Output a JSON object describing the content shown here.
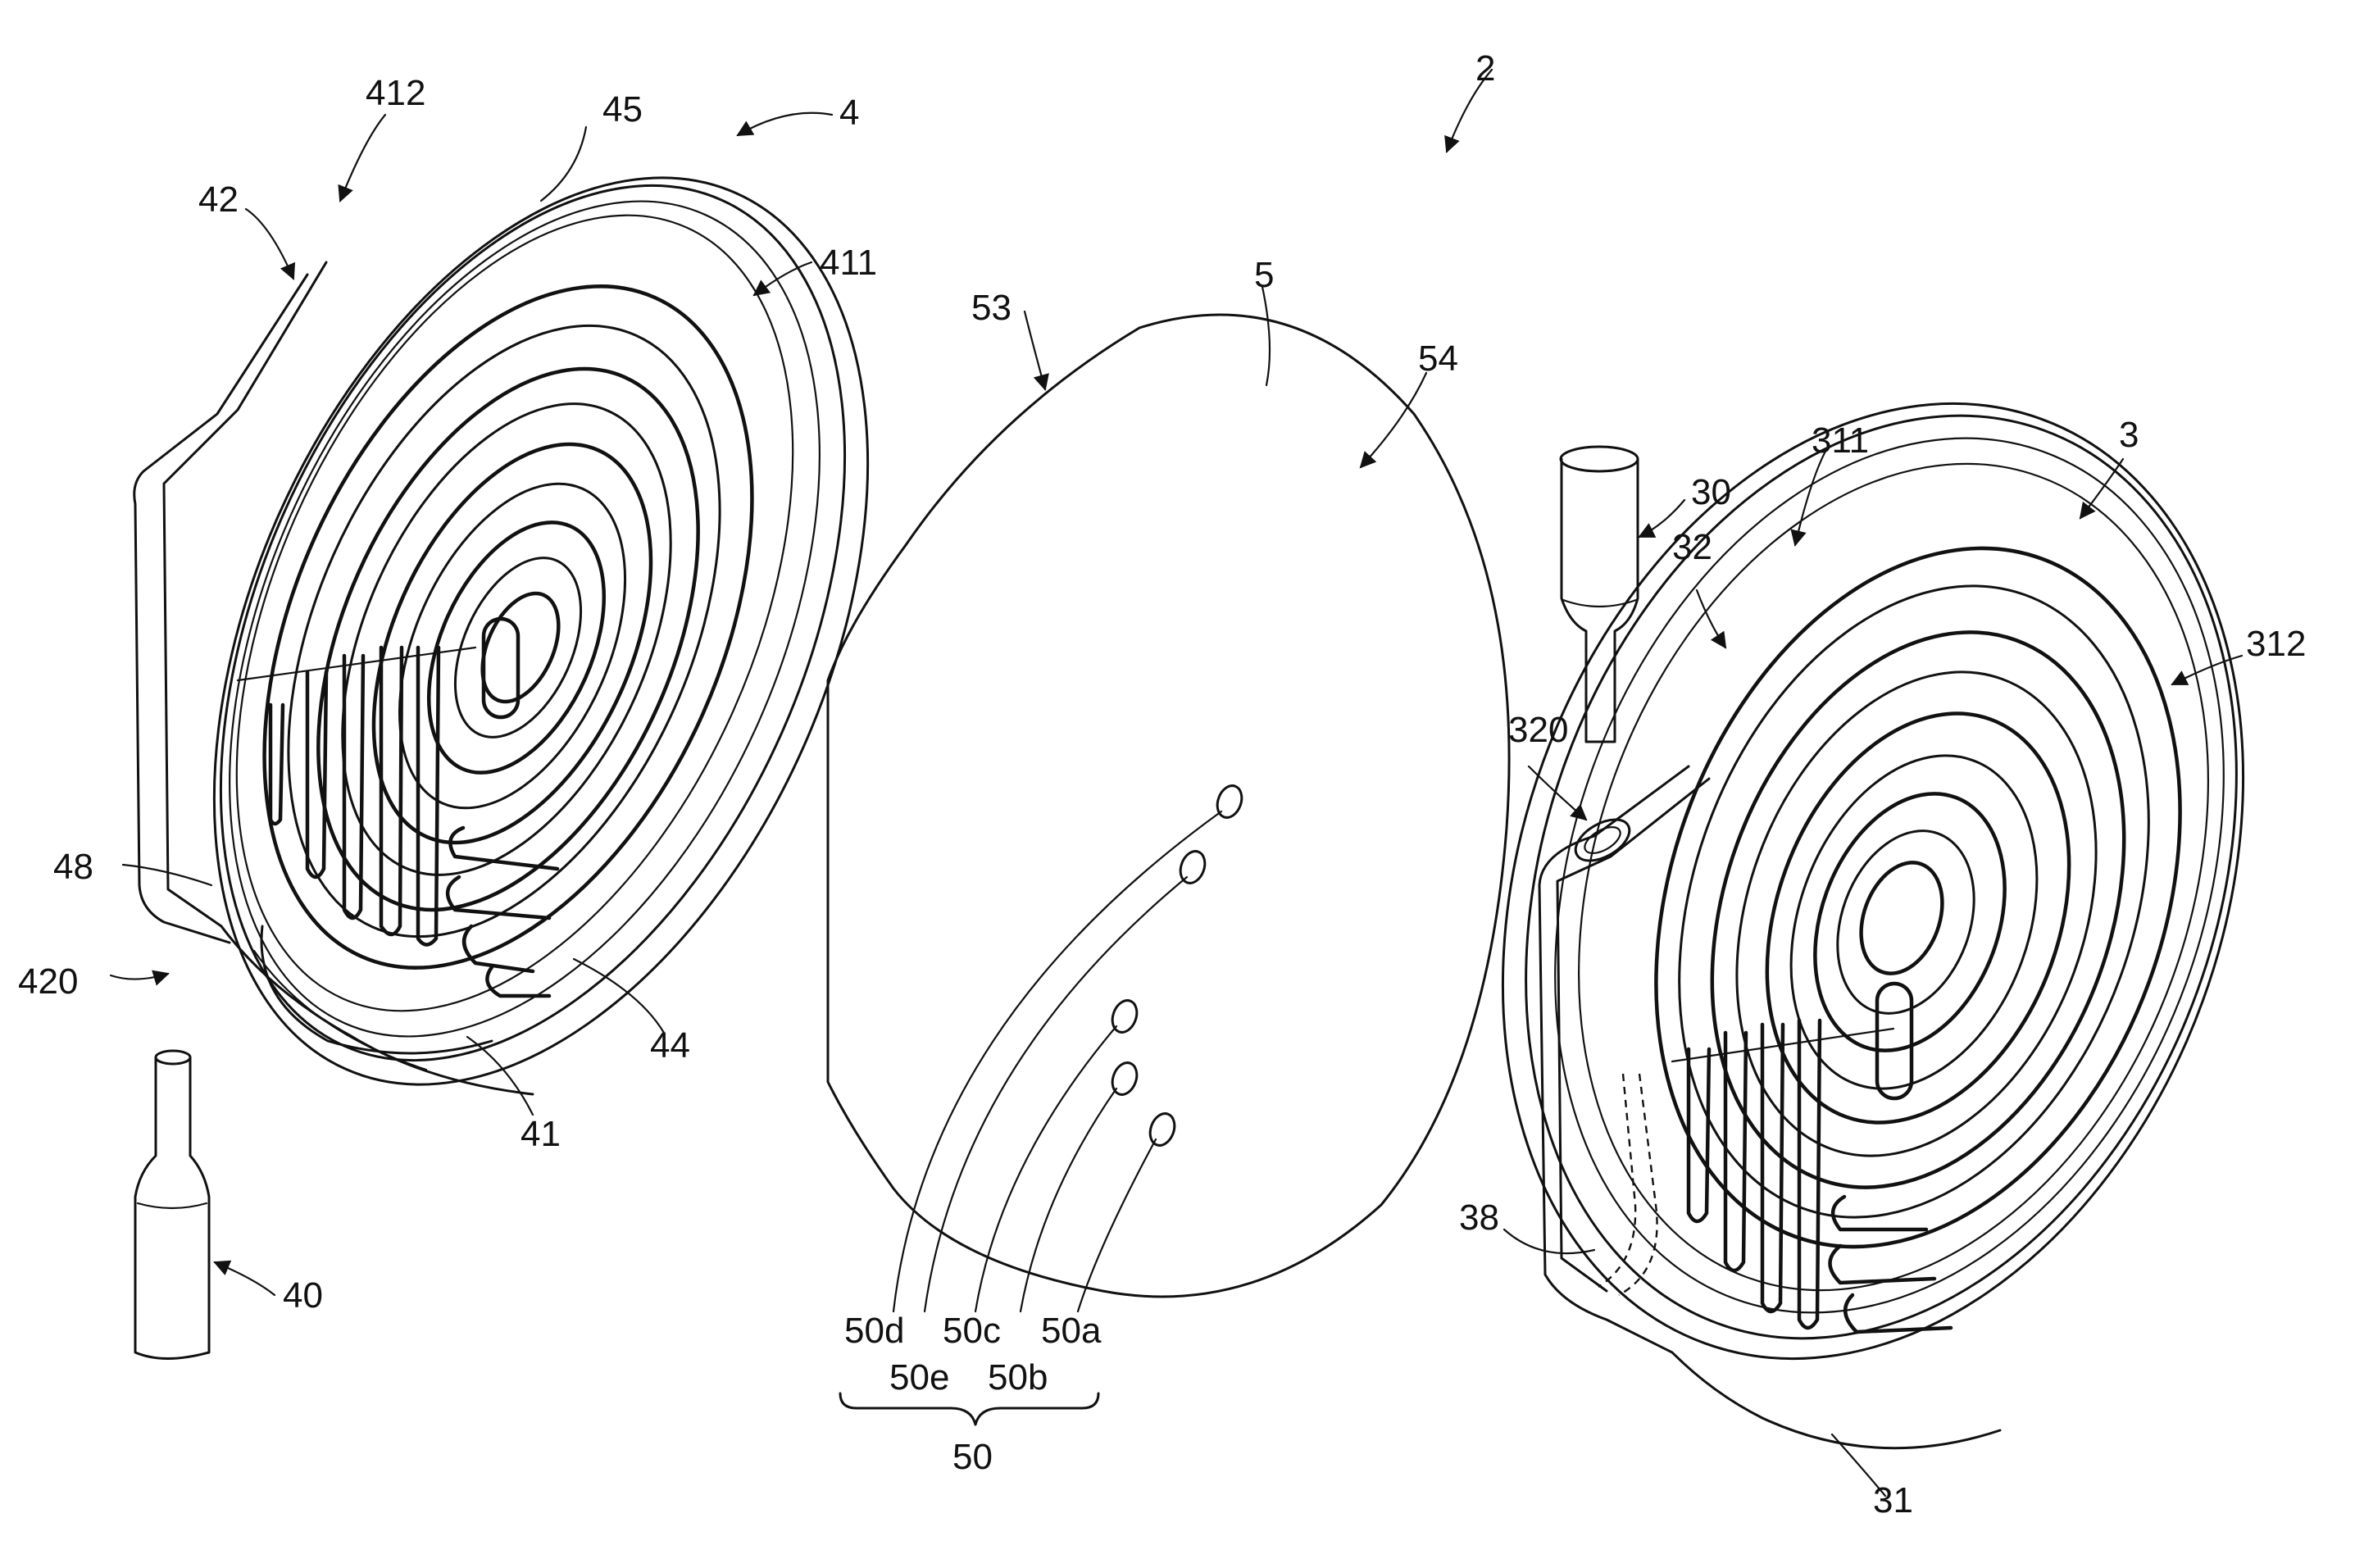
{
  "labels": {
    "l2": "2",
    "l3": "3",
    "l4": "4",
    "l5": "5",
    "l30": "30",
    "l31": "31",
    "l32": "32",
    "l38": "38",
    "l40": "40",
    "l41": "41",
    "l42": "42",
    "l44": "44",
    "l45": "45",
    "l48": "48",
    "l50": "50",
    "l50a": "50a",
    "l50b": "50b",
    "l50c": "50c",
    "l50d": "50d",
    "l50e": "50e",
    "l53": "53",
    "l54": "54",
    "l311": "311",
    "l312": "312",
    "l320": "320",
    "l411": "411",
    "l412": "412",
    "l420": "420"
  }
}
